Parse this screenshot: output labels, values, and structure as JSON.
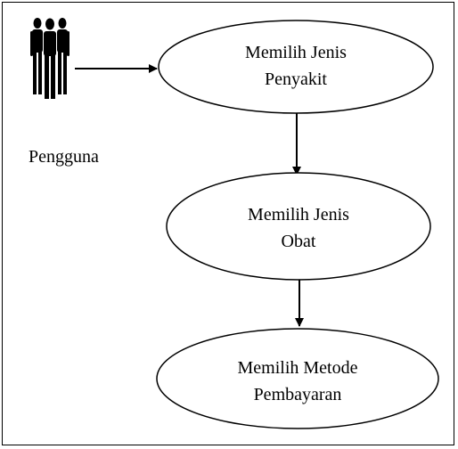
{
  "actor": {
    "label": "Pengguna",
    "icon": "people-group-icon"
  },
  "nodes": [
    {
      "id": "n1",
      "line1": "Memilih Jenis",
      "line2": "Penyakit"
    },
    {
      "id": "n2",
      "line1": "Memilih Jenis",
      "line2": "Obat"
    },
    {
      "id": "n3",
      "line1": "Memilih Metode",
      "line2": "Pembayaran"
    }
  ],
  "edges": [
    {
      "from": "actor",
      "to": "n1"
    },
    {
      "from": "n1",
      "to": "n2"
    },
    {
      "from": "n2",
      "to": "n3"
    }
  ],
  "colors": {
    "stroke": "#000000",
    "fill": "#ffffff"
  }
}
